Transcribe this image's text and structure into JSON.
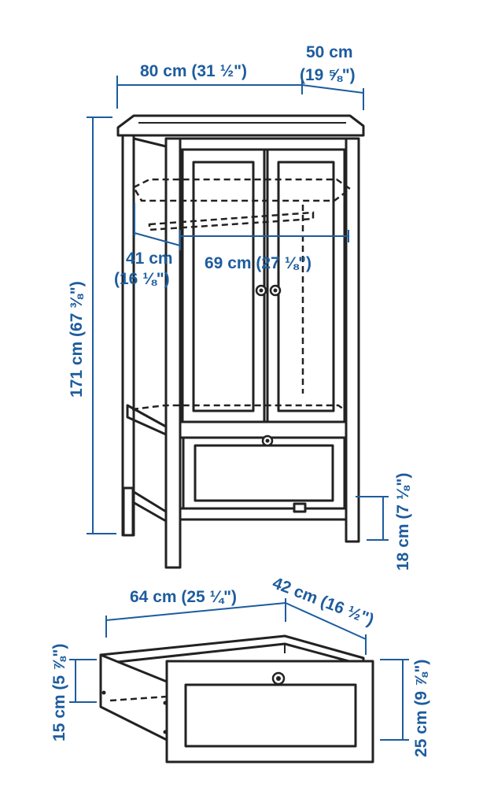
{
  "dimensions": {
    "width_top": "80 cm (31 ½\")",
    "depth_top_cm": "50 cm",
    "depth_top_in": "(19 ⅝\")",
    "inner_depth_cm": "41 cm",
    "inner_depth_in": "(16 ⅛\")",
    "inner_width": "69 cm (27 ⅛\")",
    "height_total": "171 cm (67 ⅜\")",
    "leg_height": "18 cm (7 ⅛\")",
    "drawer_width": "64 cm (25 ¼\")",
    "drawer_depth": "42 cm (16 ½\")",
    "drawer_inner_height": "15 cm (5 ⅞\")",
    "drawer_outer_height": "25 cm (9 ⅞\")"
  },
  "colors": {
    "dimension": "#1d5c9e",
    "outline": "#222222",
    "background": "#ffffff"
  }
}
